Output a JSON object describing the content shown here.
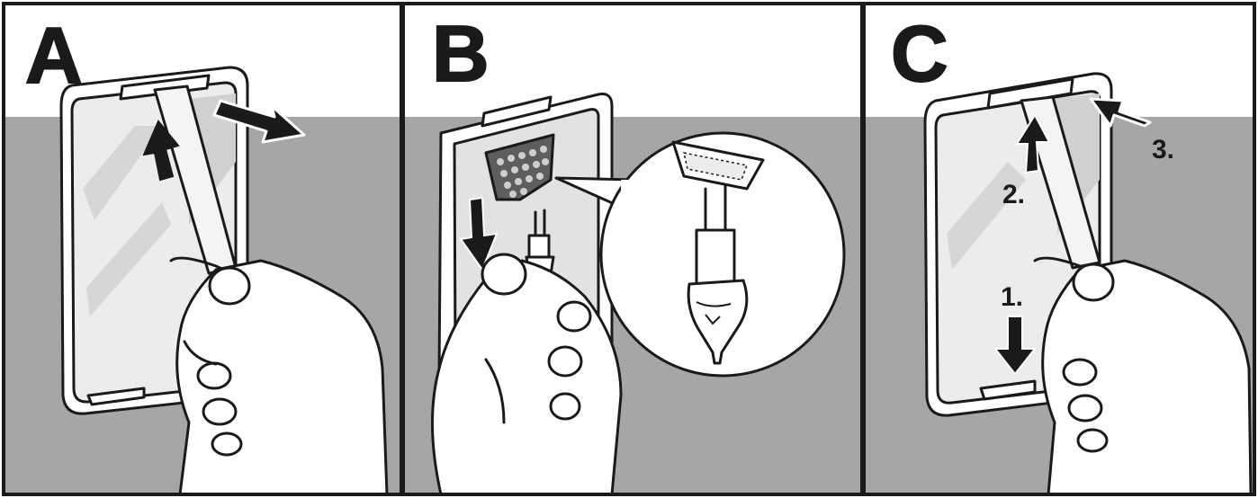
{
  "panels": [
    {
      "id": "A",
      "letter": "A"
    },
    {
      "id": "B",
      "letter": "B"
    },
    {
      "id": "C",
      "letter": "C",
      "steps": [
        "1.",
        "2.",
        "3."
      ]
    }
  ],
  "colors": {
    "ink": "#1a1a1a",
    "backdrop": "#a6a6a6",
    "paper": "#ffffff",
    "cover": "#ececec",
    "glare": "#c9c9c9",
    "filter": "#7a7a7a"
  },
  "icons": {
    "panel_a": [
      "device-cover-icon",
      "strap-icon",
      "hand-icon",
      "arrow-up-icon",
      "arrow-right-icon"
    ],
    "panel_b": [
      "device-back-icon",
      "filter-grid-icon",
      "hand-icon",
      "arrow-down-icon",
      "magnifier-callout-icon",
      "plug-icon"
    ],
    "panel_c": [
      "device-cover-icon",
      "strap-icon",
      "hand-icon",
      "arrow-down-icon",
      "arrow-up-icon",
      "arrow-left-icon"
    ]
  }
}
